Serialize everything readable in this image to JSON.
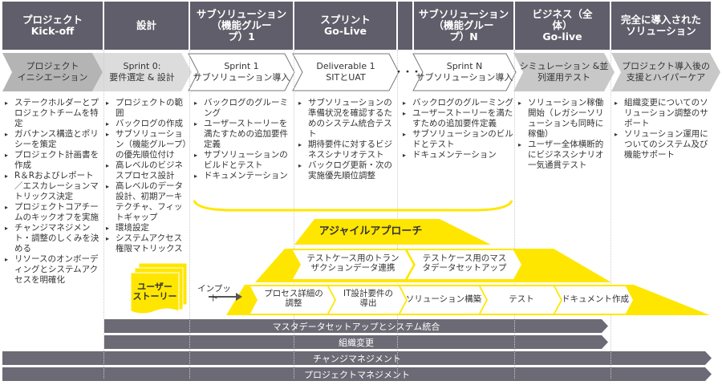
{
  "headers": [
    "プロジェクト\nKick-off",
    "設計",
    "サブソリューション\n（機能グルー\nプ）1",
    "スプリント\nGo-Live",
    "",
    "サブソリューション\n（機能グルー\nプ）N",
    "ビジネス（全\n体）\nGo-live",
    "完全に導入された\nソリューション"
  ],
  "phases": [
    "プロジェクト\nイニシエーション",
    "Sprint 0:\n要件選定 & 設計",
    "Sprint 1\nサブソリューション導入",
    "Deliverable 1\nSITとUAT",
    "・・・",
    "Sprint N\nサブソリューション導入",
    "シミュレーション &並\n列運用テスト",
    "プロジェクト導入後の\n支援とハイパーケア"
  ],
  "columns": [
    [
      "ステークホルダーとプロジェクトチームを特定",
      "ガバナンス構造とポリシーを策定",
      "プロジェクト計画書を作成",
      "R＆Rおよびレポート／エスカレーションマトリックス決定",
      "プロジェクトコアチームのキックオフを実施",
      "チャンジマネジメント・調整のしくみを決める",
      "リソースのオンボーディングとシステムアクセスを明確化"
    ],
    [
      "プロジェクトの範囲",
      "バックログの作成",
      "サブソリューション（機能グループ）の優先順位付け",
      "高レベルのビジネスプロセス設計",
      "高レベルのデータ設計、初期アーキテクチャ、フィットギャップ",
      "環境設定",
      "システムアクセス権限マトリックス"
    ],
    [
      "バックログのグルーミング",
      "ユーザーストーリーを満たすための追加要件定義",
      "サブソリューションのビルドとテスト",
      "ドキュメンテーション"
    ],
    [
      "サブソリューションの準備状況を確認するためのシステム統合テスト",
      "期待要件に対するビジネスシナリオテスト",
      "バックログ更新・次の実施優先順位調整"
    ],
    [
      "バックログのグルーミング",
      "ユーザーストーリーを満たすための追加要件定義",
      "サブソリューションのビルドとテスト",
      "ドキュメンテーション"
    ],
    [
      "ソリューション稼働開始（レガシーソリューションも同時に稼働）",
      "ユーザー全体横断的にビジネスシナリオ一気通貫テスト"
    ],
    [
      "組織変更についてのソリューション調整のサポート",
      "ソリューション運用についてのシステム及び機能サポート"
    ]
  ],
  "agile": {
    "title": "アジャイルアプローチ",
    "row2": [
      "テストケース用のトラン\nザクションデータ連携",
      "テストケース用のマス\nタデータセットアップ"
    ],
    "row3": [
      "プロセス詳細の\n調整",
      "IT設計要件の\n導出",
      "ソリューション構築",
      "テスト",
      "ドキュメント作成"
    ]
  },
  "user_story": "ユーザー\nストーリー",
  "input_label": "インプット",
  "bars": [
    "マスタデータセットアップとシステム統合",
    "組織変更",
    "チャンジマネジメント",
    "プロジェクトマネジメント"
  ],
  "colors": {
    "header": "#5f5e6a",
    "yellow": "#ffe600",
    "bar": "#6b6a75"
  }
}
